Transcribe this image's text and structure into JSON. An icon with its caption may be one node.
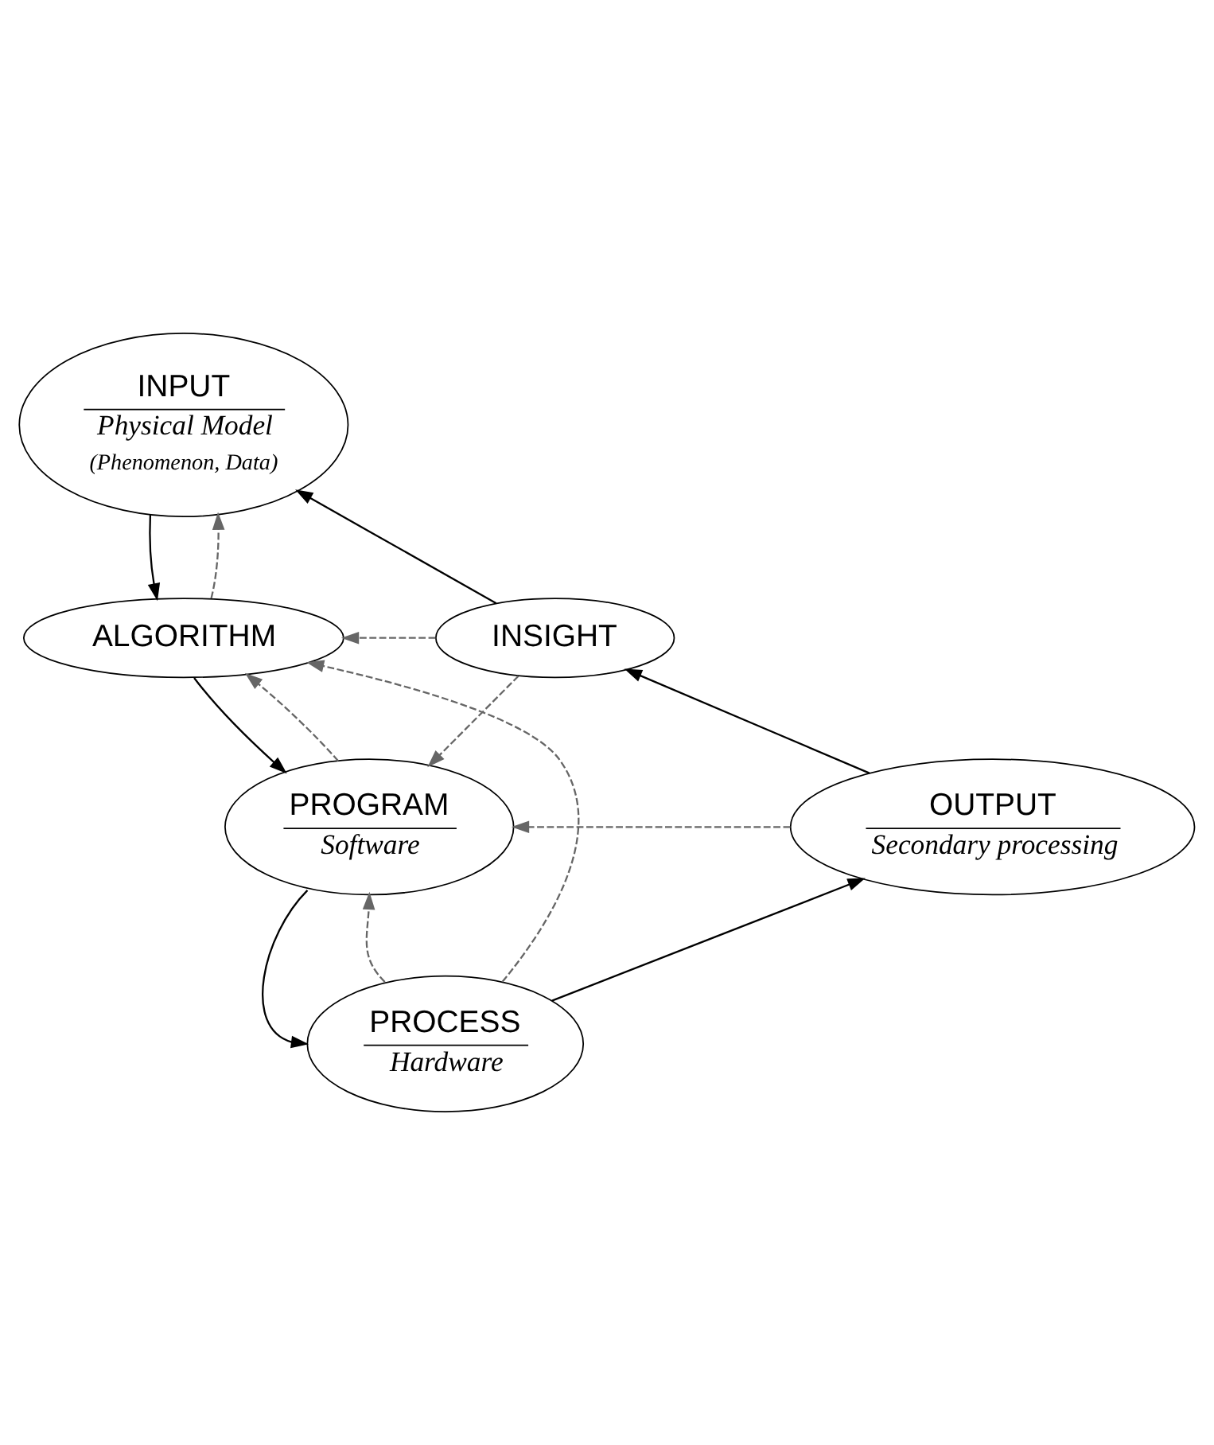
{
  "diagram": {
    "nodes": [
      {
        "text": [
          "INPUT",
          "Physical Model",
          "(Phenomenon, Data)"
        ]
      },
      {
        "text": [
          "ALGORITHM"
        ]
      },
      {
        "text": [
          "INSIGHT"
        ]
      },
      {
        "text": [
          "PROGRAM",
          "Software"
        ]
      },
      {
        "text": [
          "OUTPUT",
          "Secondary processing"
        ]
      },
      {
        "text": [
          "PROCESS",
          "Hardware"
        ]
      }
    ],
    "edges": [
      {
        "from": 0,
        "to": 1,
        "arrow": "to",
        "color": "#000000"
      },
      {
        "from": 1,
        "to": 0,
        "arrow": "to",
        "style": "dashed",
        "color": "#666666"
      },
      {
        "from": 1,
        "to": 3,
        "arrow": "to",
        "color": "#000000"
      },
      {
        "from": 3,
        "to": 1,
        "arrow": "to",
        "style": "dashed",
        "color": "#666666"
      },
      {
        "from": 2,
        "to": 1,
        "arrow": "to",
        "style": "dashed",
        "color": "#666666"
      },
      {
        "from": 2,
        "to": 3,
        "arrow": "to",
        "style": "dashed",
        "color": "#666666"
      },
      {
        "from": 5,
        "to": 1,
        "arrow": "to",
        "style": "dashed",
        "color": "#666666"
      },
      {
        "from": 4,
        "to": 3,
        "arrow": "to",
        "style": "dashed",
        "color": "#666666"
      },
      {
        "from": 5,
        "to": 3,
        "arrow": "to",
        "style": "dashed",
        "color": "#666666"
      },
      {
        "from": 3,
        "to": 5,
        "arrow": "to",
        "color": "#000000"
      },
      {
        "from": 5,
        "to": 4,
        "arrow": "to",
        "color": "#000000"
      },
      {
        "from": 4,
        "to": 2,
        "arrow": "to",
        "color": "#000000"
      },
      {
        "from": 2,
        "to": 0,
        "arrow": "to",
        "color": "#000000"
      }
    ]
  }
}
